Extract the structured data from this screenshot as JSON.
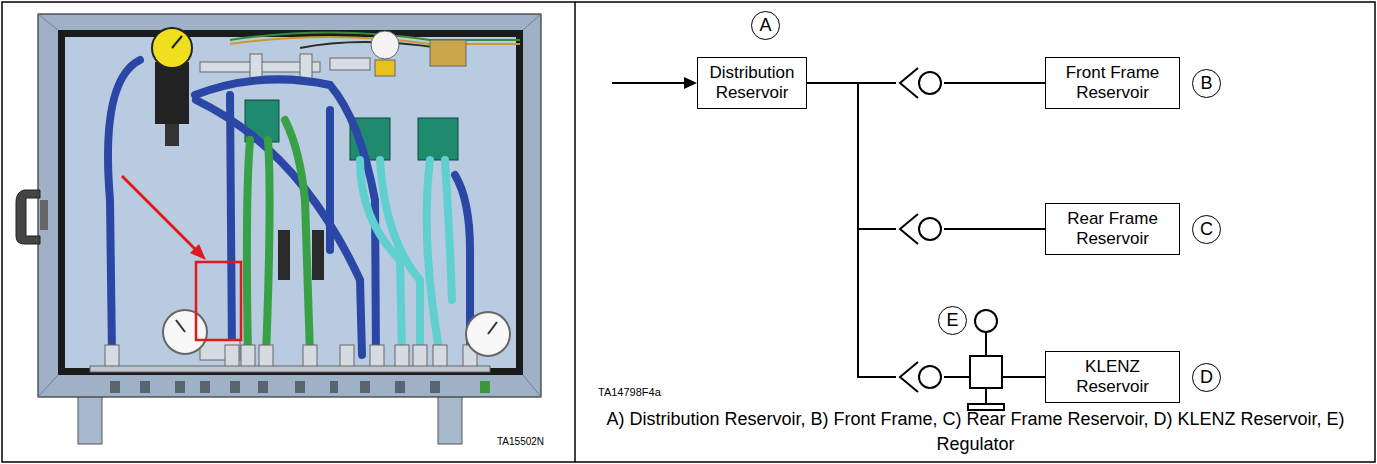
{
  "diagram": {
    "caption": "A) Distribution Reservoir, B) Front Frame, C) Rear Frame Reservoir, D) KLENZ Reservoir, E) Regulator",
    "nodes": [
      {
        "text": [
          "Distribution Reservoir"
        ]
      },
      {
        "text": [
          "Front Frame Reservoir"
        ]
      },
      {
        "text": [
          "Rear Frame Reservoir"
        ]
      },
      {
        "text": [
          "KLENZ Reservoir"
        ]
      }
    ],
    "edges": [
      {
        "from": 0,
        "to": 1,
        "arrow": "none"
      },
      {
        "from": 0,
        "to": 2,
        "arrow": "none"
      },
      {
        "from": 0,
        "to": 3,
        "arrow": "none"
      }
    ],
    "labels": [
      "A",
      "B",
      "C",
      "D",
      "E",
      "TA14798F4a",
      "TA15502N"
    ]
  }
}
